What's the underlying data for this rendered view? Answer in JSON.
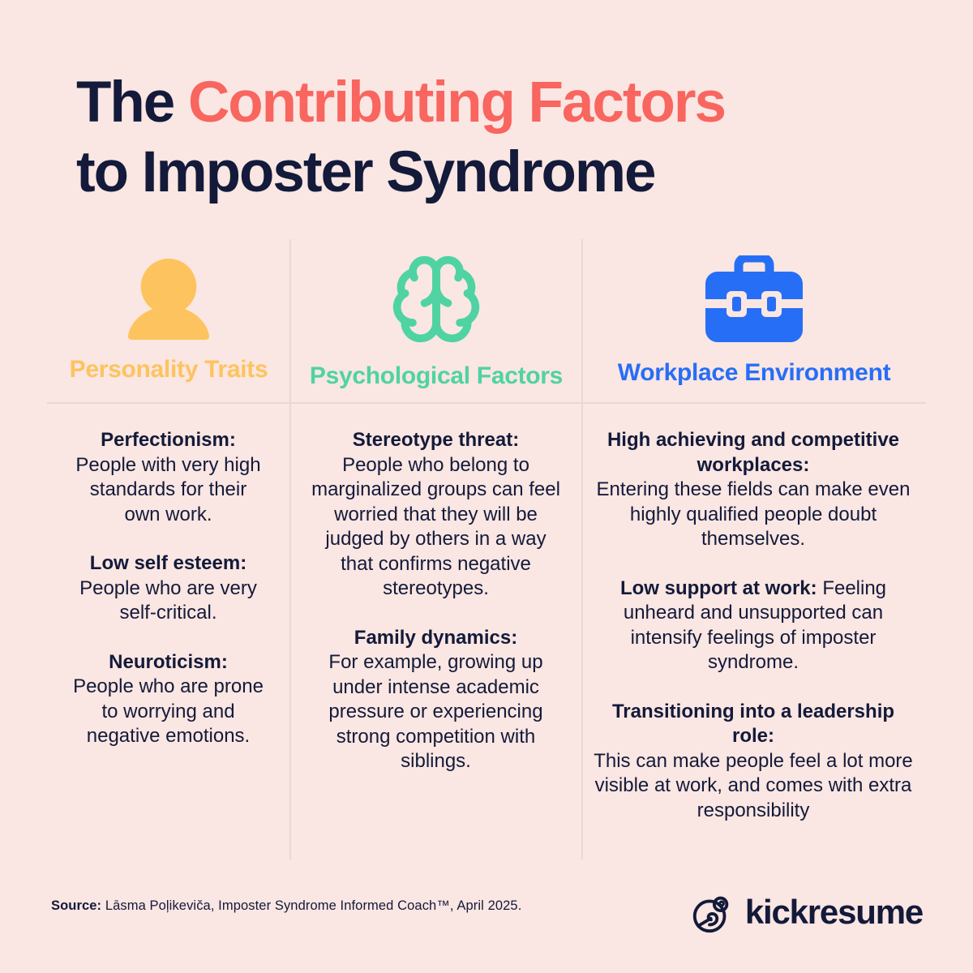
{
  "title": {
    "prefix": "The ",
    "highlight": "Contributing Factors",
    "line2": "to Imposter Syndrome"
  },
  "theme": {
    "background": "#FAE6E2",
    "navy": "#131A3A",
    "coral": "#F9655F",
    "yellow": "#FDC35E",
    "green": "#4FD3A3",
    "blue": "#276EF6",
    "divider": "#E9D7D4"
  },
  "columns": [
    {
      "id": "personality-traits",
      "icon": "person-icon",
      "color": "#FDC35E",
      "label": "Personality Traits",
      "items": [
        {
          "heading": "Perfectionism:",
          "body": "People with very high standards for their own work."
        },
        {
          "heading": "Low self esteem:",
          "body": "People who are very self-critical."
        },
        {
          "heading": "Neuroticism:",
          "body": "People who are prone to worrying and negative emotions."
        }
      ]
    },
    {
      "id": "psychological-factors",
      "icon": "brain-icon",
      "color": "#4FD3A3",
      "label": "Psychological Factors",
      "items": [
        {
          "heading": "Stereotype threat:",
          "body": "People who belong to marginalized groups can feel worried that they will be judged by others in a way that confirms negative stereotypes."
        },
        {
          "heading": "Family dynamics:",
          "body": "For example, growing up under intense academic pressure or experiencing strong competition with siblings."
        }
      ]
    },
    {
      "id": "workplace-environment",
      "icon": "briefcase-icon",
      "color": "#276EF6",
      "label": "Workplace Environment",
      "items": [
        {
          "heading": "High achieving and competitive workplaces:",
          "body": "Entering these fields can make even highly qualified people doubt themselves."
        },
        {
          "heading": "Low support at work:",
          "body": "Feeling unheard and unsupported can intensify feelings of imposter syndrome."
        },
        {
          "heading": "Transitioning into a leadership role:",
          "body": "This can make people feel a lot more visible at work, and comes with extra responsibility"
        }
      ]
    }
  ],
  "footer": {
    "source_label": "Source:",
    "source_text": " Lāsma Poļikeviča, Imposter Syndrome Informed Coach™, April 2025.",
    "brand": "kickresume",
    "brand_icon": "chameleon-icon"
  }
}
